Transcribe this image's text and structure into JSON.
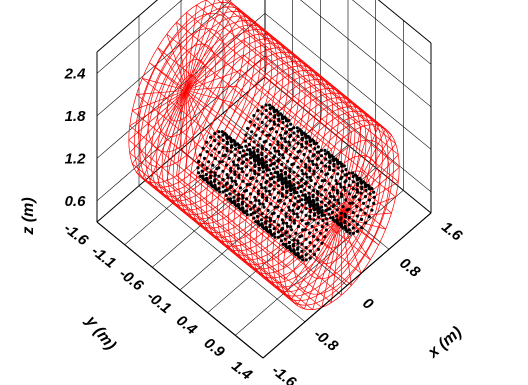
{
  "chart_data": {
    "type": "scatter3d",
    "title": "",
    "xlabel": "x (m)",
    "ylabel": "y (m)",
    "zlabel": "z (m)",
    "x_ticks": [
      "-1.6",
      "-0.8",
      "0",
      "0.8",
      "1.6"
    ],
    "y_ticks": [
      "-1.6",
      "-1.1",
      "-0.6",
      "-0.1",
      "0.4",
      "0.9",
      "1.4"
    ],
    "z_ticks": [
      "0.6",
      "1.2",
      "1.8",
      "2.4"
    ],
    "xlim": [
      -1.6,
      1.6
    ],
    "ylim": [
      -1.6,
      1.4
    ],
    "zlim": [
      0.3,
      2.7
    ],
    "grid": true,
    "series": [
      {
        "kind": "cylinder_wireframe",
        "color": "#ff0000",
        "axis": "y",
        "center_x": 0,
        "center_z": 1.2,
        "radius": 1.1,
        "y_range": [
          -1.5,
          1.3
        ]
      },
      {
        "kind": "coil_points",
        "color": "#000000",
        "coils": [
          {
            "x": -0.45,
            "y": -0.45,
            "z": 1.15
          },
          {
            "x": -0.45,
            "y": 0.05,
            "z": 1.15
          },
          {
            "x": -0.45,
            "y": 0.55,
            "z": 1.15
          },
          {
            "x": -0.45,
            "y": 1.05,
            "z": 1.15
          },
          {
            "x": 0.45,
            "y": -0.45,
            "z": 0.95
          },
          {
            "x": 0.45,
            "y": 0.05,
            "z": 0.95
          },
          {
            "x": 0.45,
            "y": 0.55,
            "z": 0.95
          },
          {
            "x": 0.45,
            "y": 1.05,
            "z": 0.95
          }
        ],
        "coil_radius": 0.28,
        "coil_length": 0.3
      }
    ]
  }
}
